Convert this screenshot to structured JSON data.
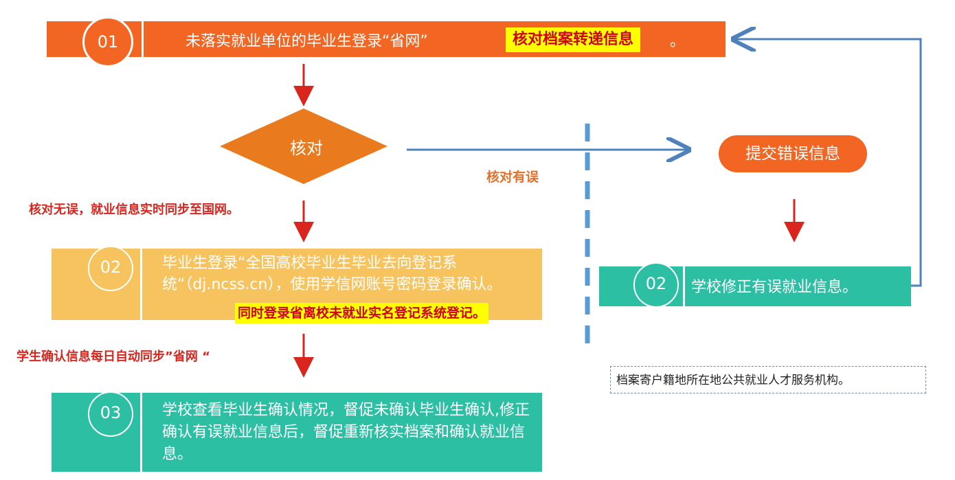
{
  "steps": {
    "s1": {
      "number": "01",
      "text": "未落实就业单位的毕业生登录“省网”",
      "highlight": "核对档案转递信息",
      "end": "。"
    },
    "check": {
      "label": "核对"
    },
    "s2": {
      "number": "02",
      "text": "毕业生登录“全国高校毕业生毕业去向登记系统“（dj.ncss.cn），使用学信网账号密码登录确认。",
      "highlight": "同时登录省离校未就业实名登记系统登记。"
    },
    "s3": {
      "number": "03",
      "text": "学校查看毕业生确认情况，督促未确认毕业生确认,修正确认有误就业信息后，督促重新核实档案和确认就业信息。"
    },
    "submit": {
      "label": "提交错误信息"
    },
    "fix": {
      "number": "02",
      "text": "学校修正有误就业信息。"
    }
  },
  "labels": {
    "verified_ok": "核对无误，就业信息实时同步至国网。",
    "daily_sync": "学生确认信息每日自动同步”省网 “",
    "verified_error": "核对有误"
  },
  "note": {
    "text": "档案寄户籍地所在地公共就业人才服务机构。"
  },
  "colors": {
    "orange": "#f26522",
    "yellow": "#f7c35f",
    "teal": "#2dbfa3",
    "red": "#d9251d",
    "blue": "#4f81bd",
    "highlight": "#ffff00"
  }
}
